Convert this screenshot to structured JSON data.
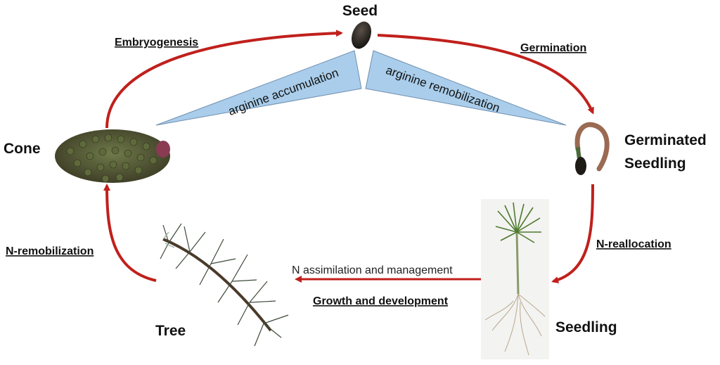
{
  "colors": {
    "arrow": "#c0201c",
    "wedge_fill": "#a9cdea",
    "wedge_stroke": "#6f8fb0",
    "text": "#111111"
  },
  "stages": {
    "seed": "Seed",
    "germinated_line1": "Germinated",
    "germinated_line2": "Seedling",
    "seedling": "Seedling",
    "tree": "Tree",
    "cone": "Cone"
  },
  "processes": {
    "embryogenesis": "Embryogenesis",
    "germination": "Germination",
    "n_reallocation": "N-reallocation",
    "growth": "Growth and development",
    "n_assimilation": "N assimilation and management",
    "n_remobilization": "N-remobilization"
  },
  "wedges": {
    "accumulation": "arginine accumulation",
    "remobilization": "arginine remobilization"
  }
}
